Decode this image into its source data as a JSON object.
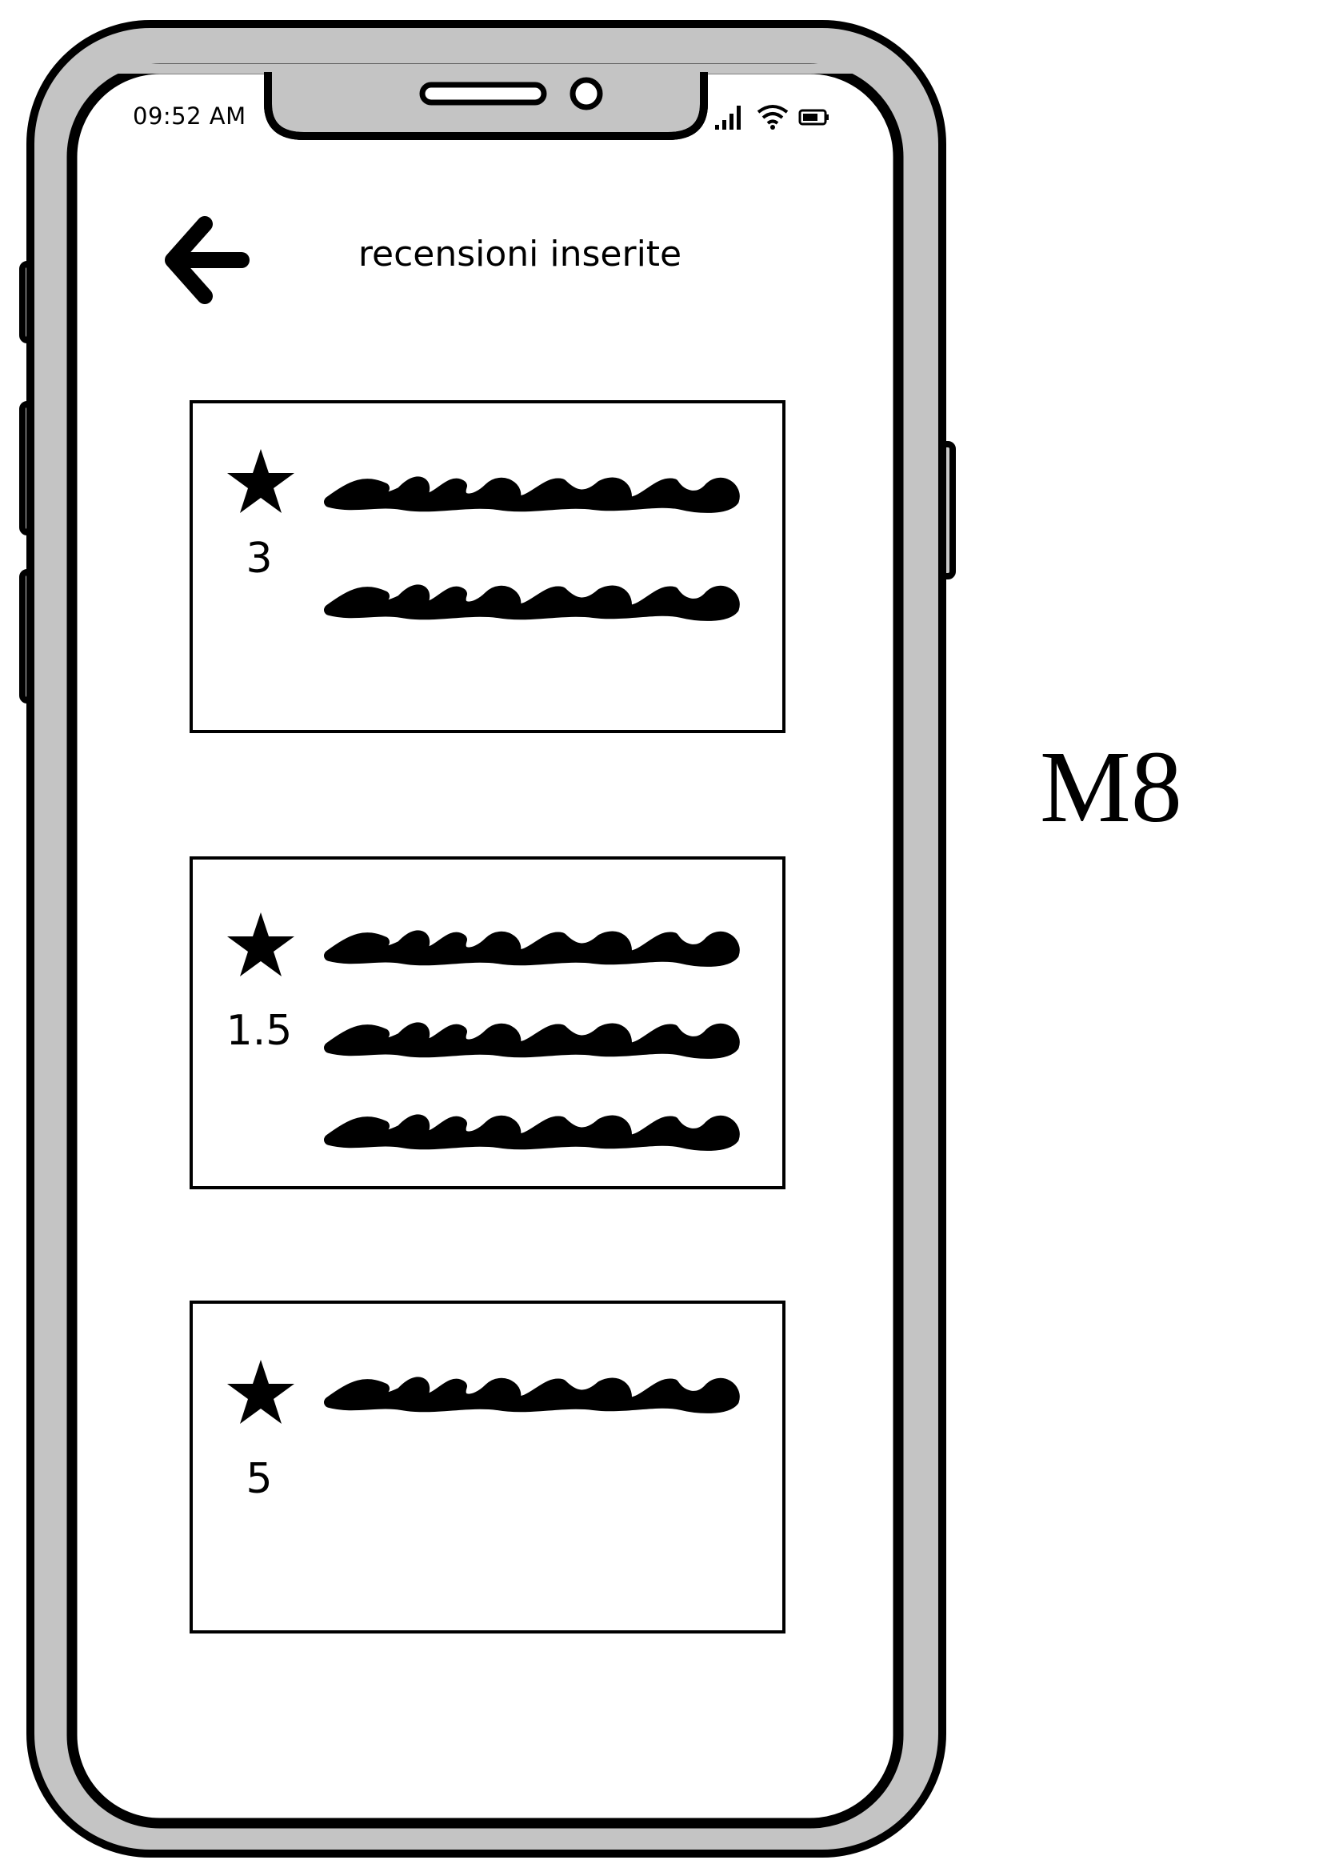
{
  "status_bar": {
    "time": "09:52 AM",
    "icons": [
      "signal-icon",
      "wifi-icon",
      "battery-icon"
    ]
  },
  "header": {
    "back_icon": "arrow-left-icon",
    "title": "recensioni inserite"
  },
  "reviews": [
    {
      "rating": "3",
      "text_lines": 2
    },
    {
      "rating": "1.5",
      "text_lines": 3
    },
    {
      "rating": "5",
      "text_lines": 1
    }
  ],
  "screen_label": "M8"
}
